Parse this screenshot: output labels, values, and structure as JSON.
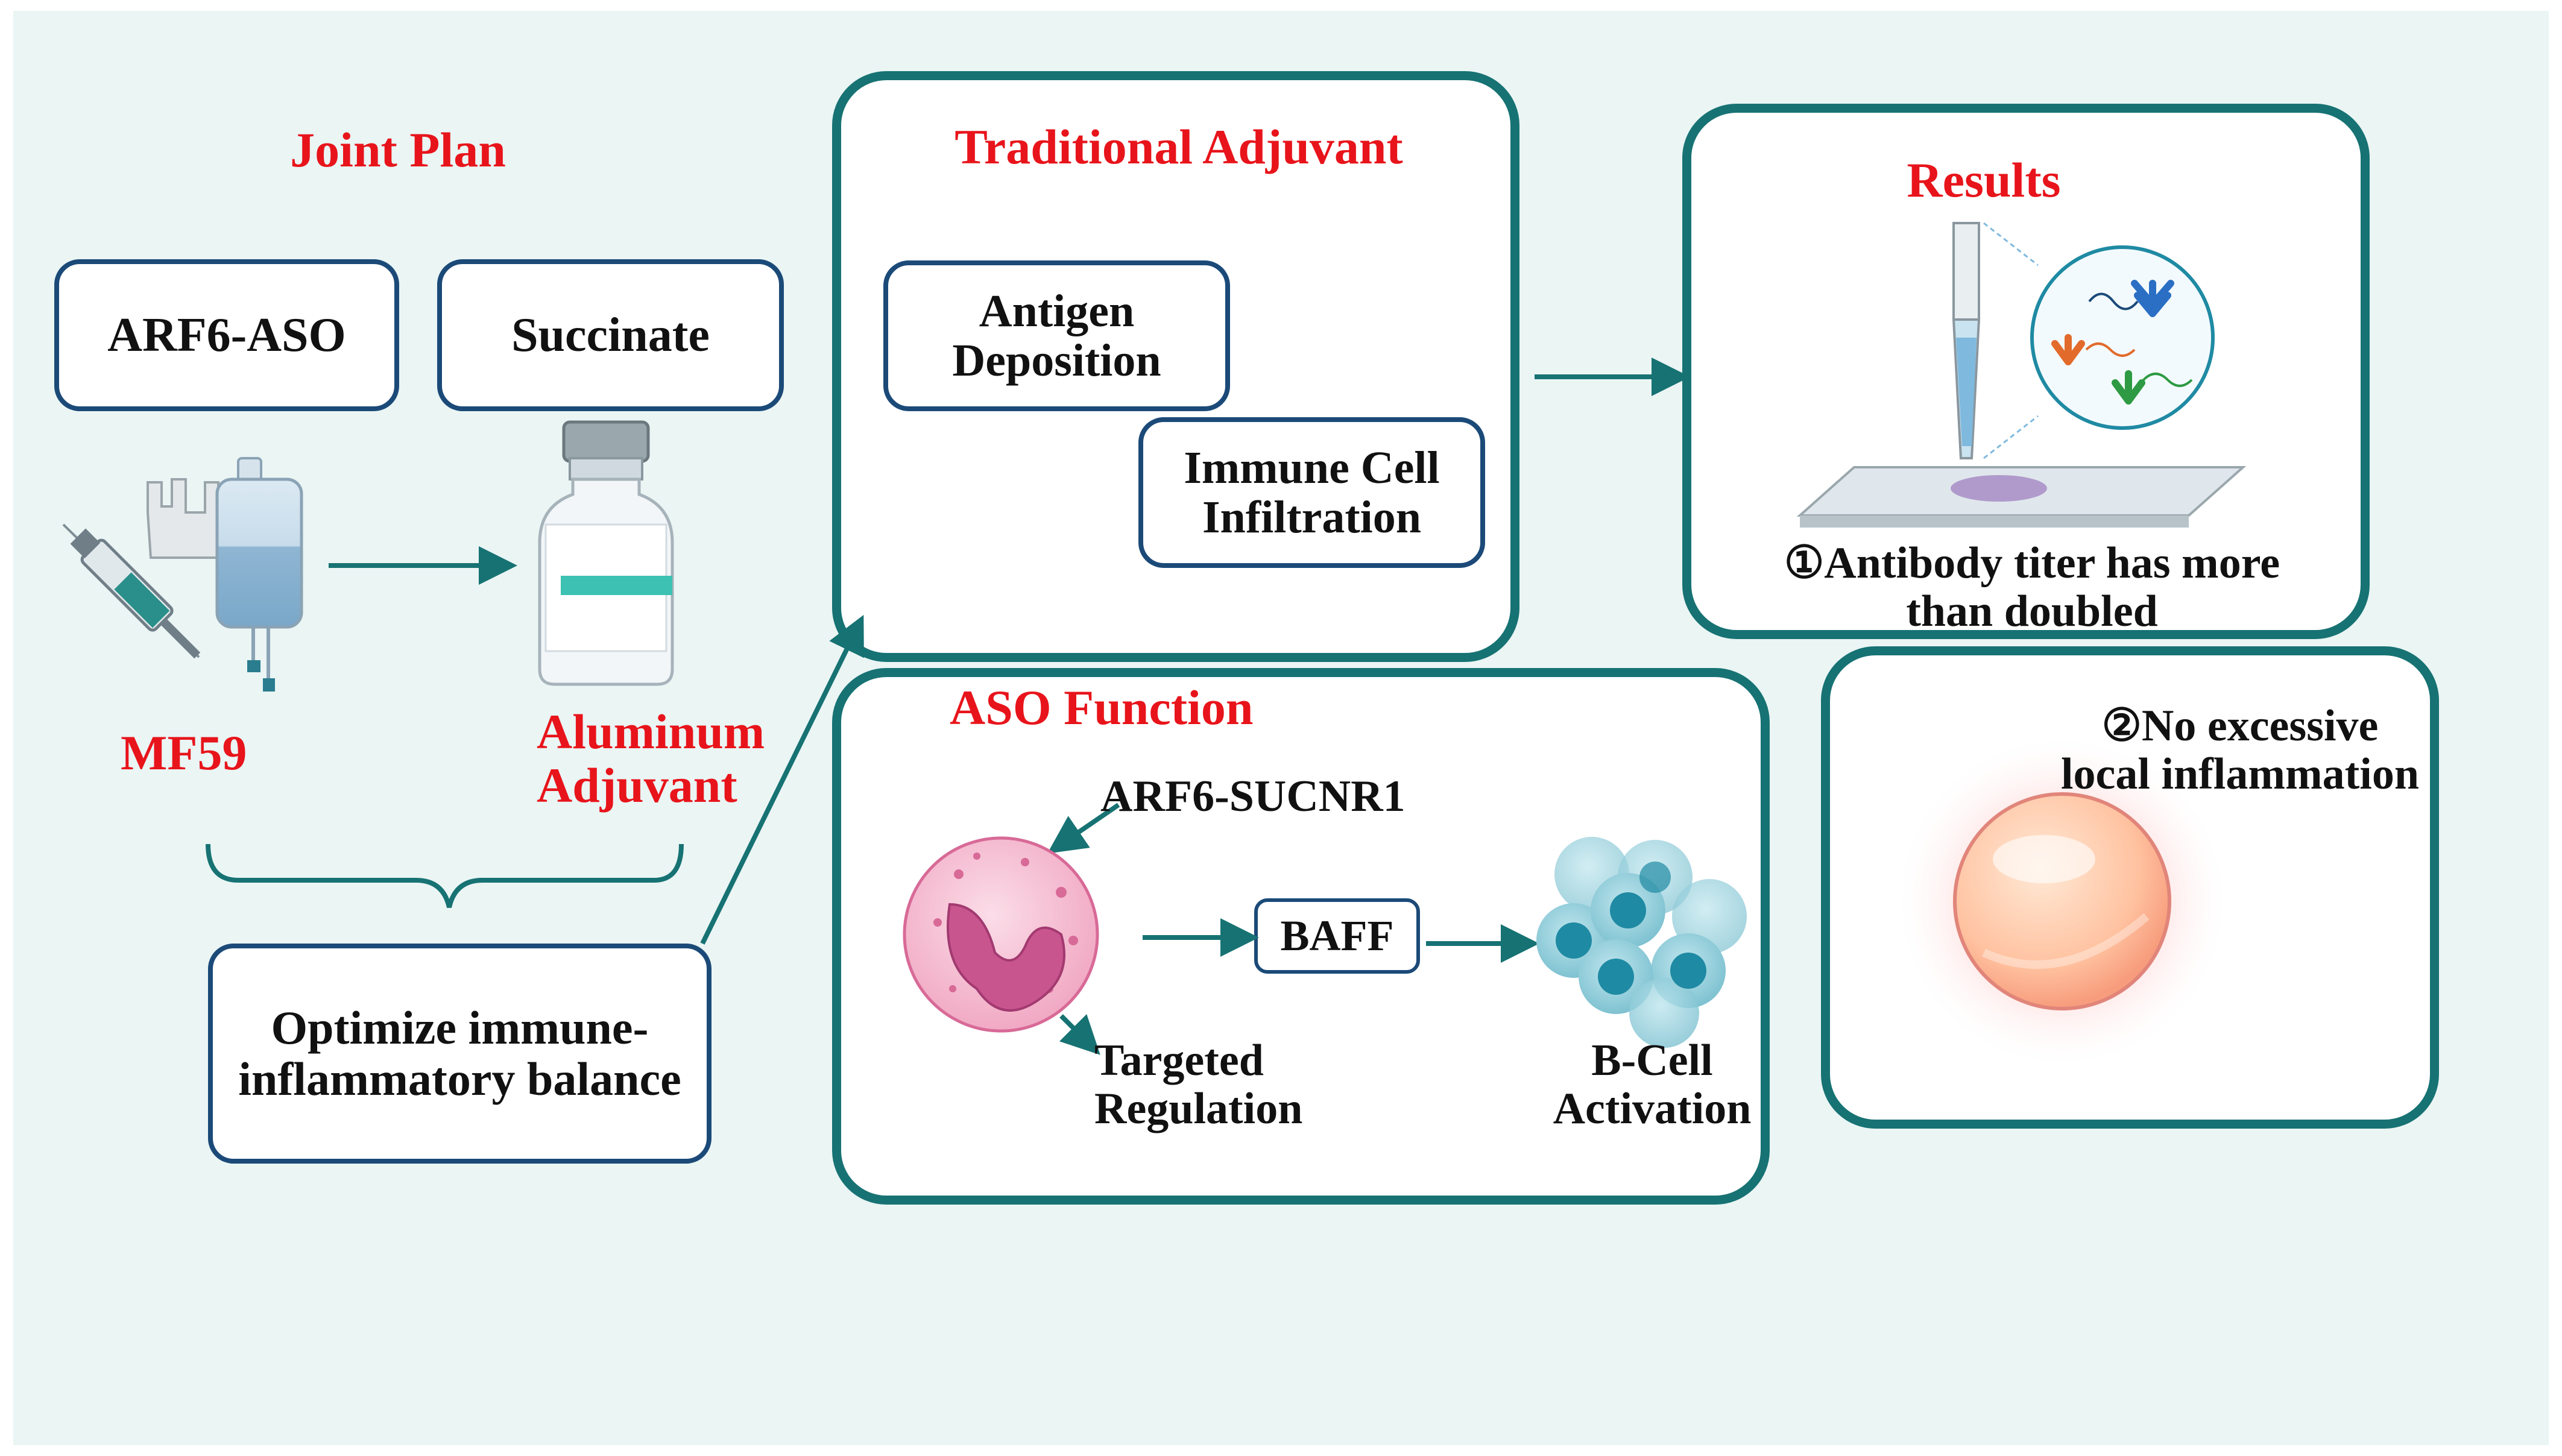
{
  "joint_plan": {
    "title": "Joint Plan",
    "aso_label": "ARF6-ASO",
    "succinate_label": "Succinate",
    "mf59_label": "MF59",
    "aluminum_label": "Aluminum\nAdjuvant",
    "optimize_label": "Optimize immune-\ninflammatory balance"
  },
  "traditional": {
    "title": "Traditional Adjuvant",
    "antigen_label": "Antigen\nDeposition",
    "infiltration_label": "Immune Cell\nInfiltration"
  },
  "aso_function": {
    "title": "ASO Function",
    "receptor_label": "ARF6-SUCNR1",
    "baff_label": "BAFF",
    "targeted_label": "Targeted\nRegulation",
    "bcell_label": "B-Cell\nActivation"
  },
  "results": {
    "title": "Results",
    "result1": "①Antibody titer has more\nthan doubled",
    "result2": "②No excessive\nlocal inflammation"
  },
  "colors": {
    "title_red": "#e8141b",
    "panel_teal": "#177273",
    "pill_blue": "#1b4a78",
    "background": "#eaf5f4"
  },
  "icons": [
    "syringe-icon",
    "nasal-spray-icon",
    "iv-bag-icon",
    "vial-icon",
    "pipette-icon",
    "antibody-icon",
    "slide-icon",
    "neutrophil-icon",
    "b-cell-cluster-icon",
    "inflamed-cell-icon"
  ]
}
